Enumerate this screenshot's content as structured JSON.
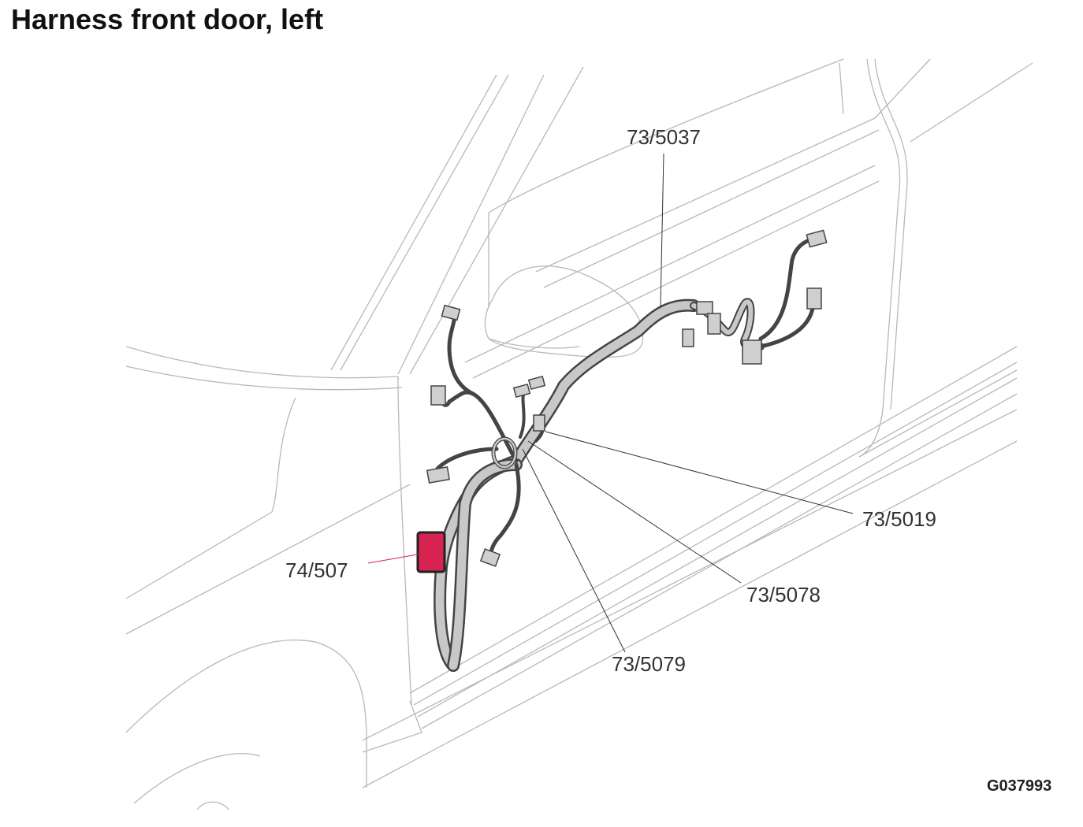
{
  "title": "Harness front door, left",
  "document_id": "G037993",
  "highlight_color": "#d6234f",
  "callouts": {
    "c1": "73/5037",
    "c2": "73/5019",
    "c3": "74/507",
    "c4": "73/5078",
    "c5": "73/5079"
  }
}
